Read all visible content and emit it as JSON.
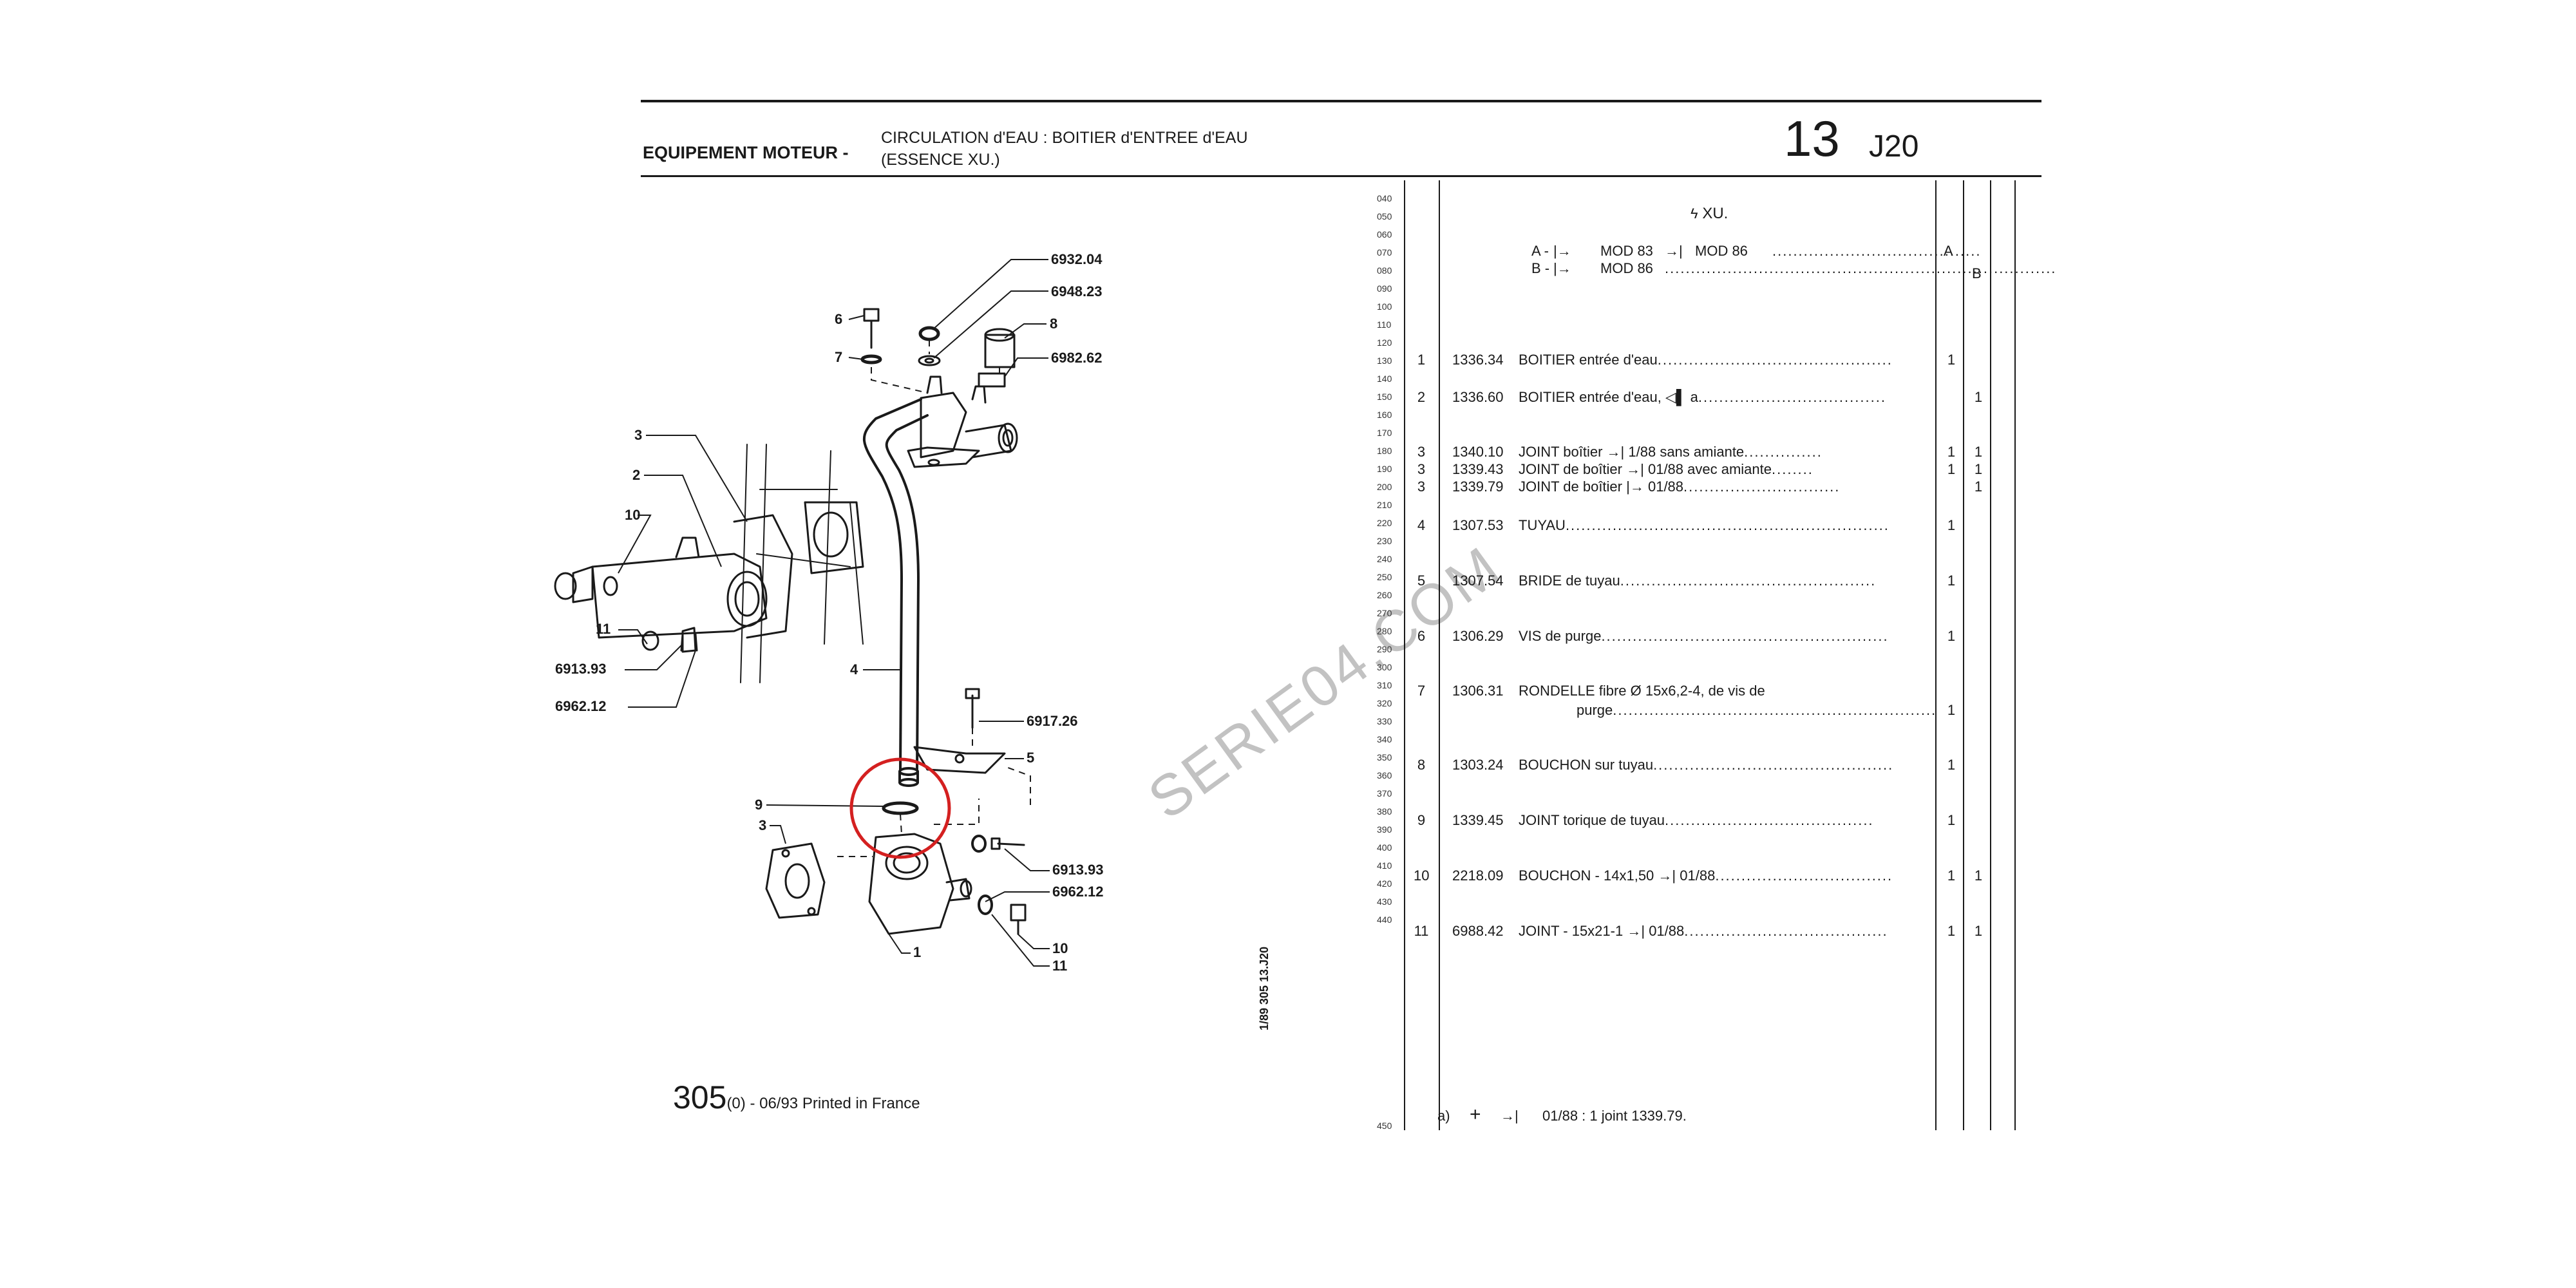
{
  "header": {
    "section": "EQUIPEMENT MOTEUR -",
    "title_line1": "CIRCULATION d'EAU : BOITIER d'ENTREE d'EAU",
    "title_line2": "(ESSENCE XU.)",
    "group_number": "13",
    "group_code": "J20"
  },
  "diagram": {
    "callouts": [
      "6932.04",
      "6948.23",
      "8",
      "6982.62",
      "6",
      "7",
      "3",
      "2",
      "10",
      "11",
      "6913.93",
      "6962.12",
      "4",
      "6917.26",
      "5",
      "9",
      "3",
      "6913.93",
      "6962.12",
      "1",
      "10",
      "11"
    ],
    "side_code": "1/89  305  13.J20",
    "highlight_color": "#d42020"
  },
  "watermark": "SERIE04.COM",
  "line_numbers": [
    "040",
    "050",
    "060",
    "070",
    "080",
    "090",
    "100",
    "110",
    "120",
    "130",
    "140",
    "150",
    "160",
    "170",
    "180",
    "190",
    "200",
    "210",
    "220",
    "230",
    "240",
    "250",
    "260",
    "270",
    "280",
    "290",
    "300",
    "310",
    "320",
    "330",
    "340",
    "350",
    "360",
    "370",
    "380",
    "390",
    "400",
    "410",
    "420",
    "430",
    "440"
  ],
  "parts_list": {
    "engine": "XU.",
    "engine_icon": "lightning-icon",
    "variants": [
      {
        "label": "A -",
        "text": "MOD 83",
        "text2": "MOD 86",
        "qa": "A",
        "qb": ""
      },
      {
        "label": "B -",
        "text": "MOD 86",
        "text2": "",
        "qa": "",
        "qb": "B"
      }
    ],
    "rows": [
      {
        "item": "1",
        "ref": "1336.34",
        "desc": "BOITIER entrée d'eau",
        "q1": "1",
        "q2": ""
      },
      {
        "item": "2",
        "ref": "1336.60",
        "desc": "BOITIER entrée d'eau,",
        "extra": "a",
        "q1": "",
        "q2": "1"
      },
      {
        "item": "3",
        "ref": "1340.10",
        "desc": "JOINT boîtier",
        "extra": "1/88 sans amiante",
        "q1": "1",
        "q2": "1"
      },
      {
        "item": "3",
        "ref": "1339.43",
        "desc": "JOINT de boîtier",
        "extra": "01/88 avec amiante",
        "q1": "1",
        "q2": "1"
      },
      {
        "item": "3",
        "ref": "1339.79",
        "desc": "JOINT de boîtier",
        "extra": "01/88",
        "q1": "",
        "q2": "1"
      },
      {
        "item": "4",
        "ref": "1307.53",
        "desc": "TUYAU",
        "q1": "1",
        "q2": ""
      },
      {
        "item": "5",
        "ref": "1307.54",
        "desc": "BRIDE de tuyau",
        "q1": "1",
        "q2": ""
      },
      {
        "item": "6",
        "ref": "1306.29",
        "desc": "VIS de purge",
        "q1": "1",
        "q2": ""
      },
      {
        "item": "7",
        "ref": "1306.31",
        "desc": "RONDELLE fibre Ø 15x6,2-4, de vis de",
        "desc2": "purge",
        "q1": "1",
        "q2": ""
      },
      {
        "item": "8",
        "ref": "1303.24",
        "desc": "BOUCHON sur tuyau",
        "q1": "1",
        "q2": ""
      },
      {
        "item": "9",
        "ref": "1339.45",
        "desc": "JOINT torique de tuyau",
        "q1": "1",
        "q2": ""
      },
      {
        "item": "10",
        "ref": "2218.09",
        "desc": "BOUCHON - 14x1,50",
        "extra": "01/88",
        "q1": "1",
        "q2": "1"
      },
      {
        "item": "11",
        "ref": "6988.42",
        "desc": "JOINT - 15x21-1",
        "extra": "01/88",
        "q1": "1",
        "q2": "1"
      }
    ],
    "footnote_line_number": "450",
    "footnote": "01/88 : 1 joint 1339.79.",
    "footnote_prefix": "a)"
  },
  "footer": {
    "model": "305",
    "edition": "(0) - 06/93 Printed in France"
  }
}
